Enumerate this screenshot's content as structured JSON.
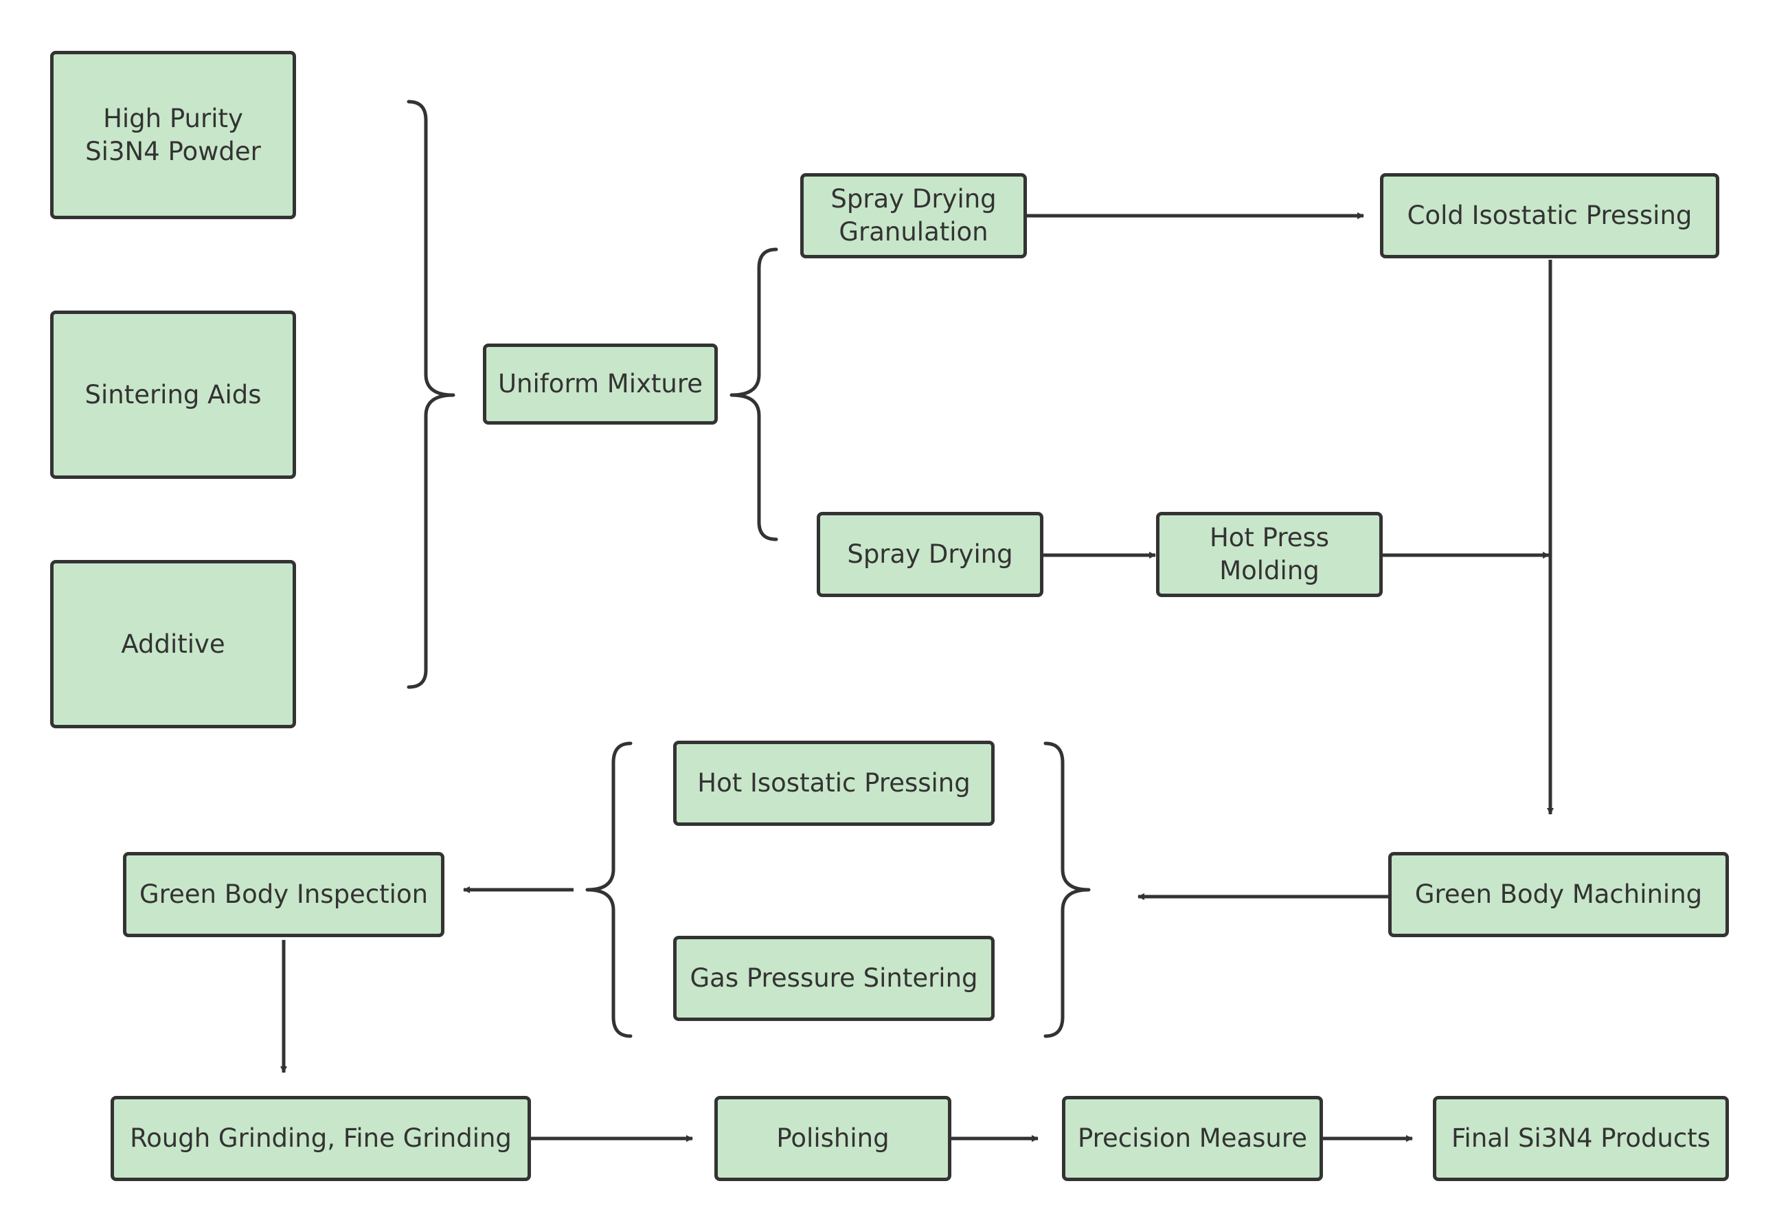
{
  "colors": {
    "node_fill": "#c8e6c9",
    "stroke": "#333333",
    "text": "#333333",
    "background": "#ffffff"
  },
  "nodes": {
    "high_purity_powder": "High Purity\nSi3N4 Powder",
    "sintering_aids": "Sintering Aids",
    "additive": "Additive",
    "uniform_mixture": "Uniform Mixture",
    "spray_drying_granulation": "Spray Drying\nGranulation",
    "cold_isostatic_pressing": "Cold Isostatic Pressing",
    "spray_drying": "Spray Drying",
    "hot_press_molding": "Hot Press\nMolding",
    "hot_isostatic_pressing": "Hot Isostatic Pressing",
    "gas_pressure_sintering": "Gas Pressure Sintering",
    "green_body_inspection": "Green Body Inspection",
    "green_body_machining": "Green Body Machining",
    "rough_fine_grinding": "Rough Grinding, Fine Grinding",
    "polishing": "Polishing",
    "precision_measure": "Precision Measure",
    "final_products": "Final Si3N4 Products"
  },
  "connectors": [
    {
      "from": "high_purity_powder + sintering_aids + additive",
      "to": "uniform_mixture",
      "style": "brace"
    },
    {
      "from": "uniform_mixture",
      "to": "spray_drying_granulation + spray_drying",
      "style": "brace"
    },
    {
      "from": "spray_drying_granulation",
      "to": "cold_isostatic_pressing",
      "style": "arrow"
    },
    {
      "from": "spray_drying",
      "to": "hot_press_molding",
      "style": "arrow"
    },
    {
      "from": "hot_press_molding",
      "to": "cold_isostatic_pressing line",
      "style": "arrow"
    },
    {
      "from": "cold_isostatic_pressing",
      "to": "green_body_machining",
      "style": "arrow"
    },
    {
      "from": "green_body_machining",
      "to": "hot_isostatic_pressing + gas_pressure_sintering",
      "style": "arrow into brace"
    },
    {
      "from": "hot_isostatic_pressing + gas_pressure_sintering",
      "to": "green_body_inspection",
      "style": "brace arrow"
    },
    {
      "from": "green_body_inspection",
      "to": "rough_fine_grinding",
      "style": "arrow"
    },
    {
      "from": "rough_fine_grinding",
      "to": "polishing",
      "style": "arrow"
    },
    {
      "from": "polishing",
      "to": "precision_measure",
      "style": "arrow"
    },
    {
      "from": "precision_measure",
      "to": "final_products",
      "style": "arrow"
    }
  ]
}
